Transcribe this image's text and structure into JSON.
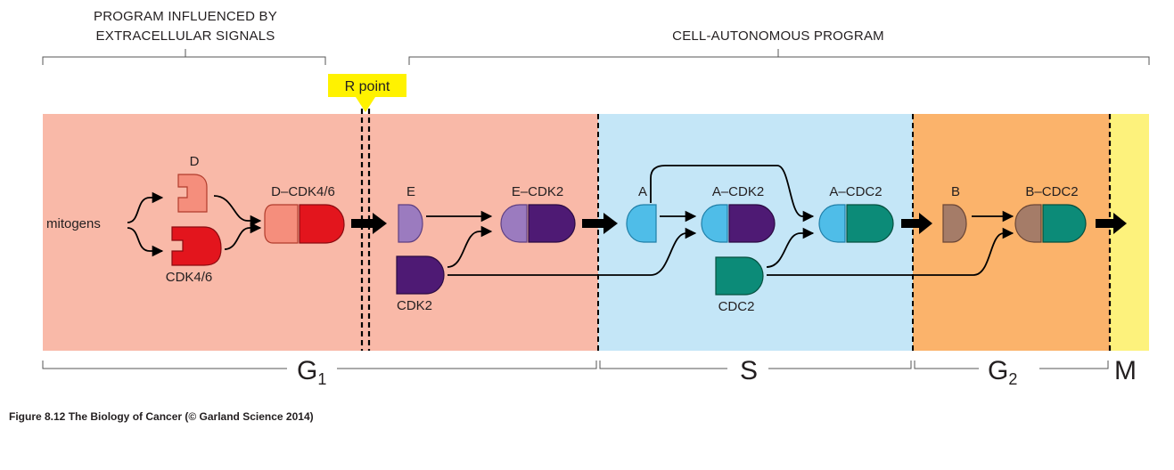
{
  "header": {
    "left_line1": "PROGRAM INFLUENCED BY",
    "left_line2": "EXTRACELLULAR SIGNALS",
    "right": "CELL-AUTONOMOUS PROGRAM"
  },
  "restriction_point": "R point",
  "input_label": "mitogens",
  "molecules": {
    "d": "D",
    "cdk46": "CDK4/6",
    "d_cdk46": "D–CDK4/6",
    "e": "E",
    "cdk2": "CDK2",
    "e_cdk2": "E–CDK2",
    "a": "A",
    "a_cdk2": "A–CDK2",
    "a_cdc2": "A–CDC2",
    "cdc2": "CDC2",
    "b": "B",
    "b_cdc2": "B–CDC2"
  },
  "phases": {
    "g1": "G",
    "g1_sub": "1",
    "s": "S",
    "g2": "G",
    "g2_sub": "2",
    "m": "M"
  },
  "caption": "Figure 8.12 The Biology of Cancer (© Garland Science 2014)",
  "colors": {
    "g1_band": "#f9b9a8",
    "s_band": "#c4e6f7",
    "g2_band": "#fbb36b",
    "m_band": "#fdf27c",
    "r_point_box": "#fff200",
    "cyclin_d": "#f58e7c",
    "cdk46": "#e3151d",
    "cyclin_e": "#9b7bbf",
    "cdk2": "#4e1a74",
    "cyclin_a": "#4fbde8",
    "cdc2": "#0c8b78",
    "cyclin_b": "#a57c68"
  }
}
